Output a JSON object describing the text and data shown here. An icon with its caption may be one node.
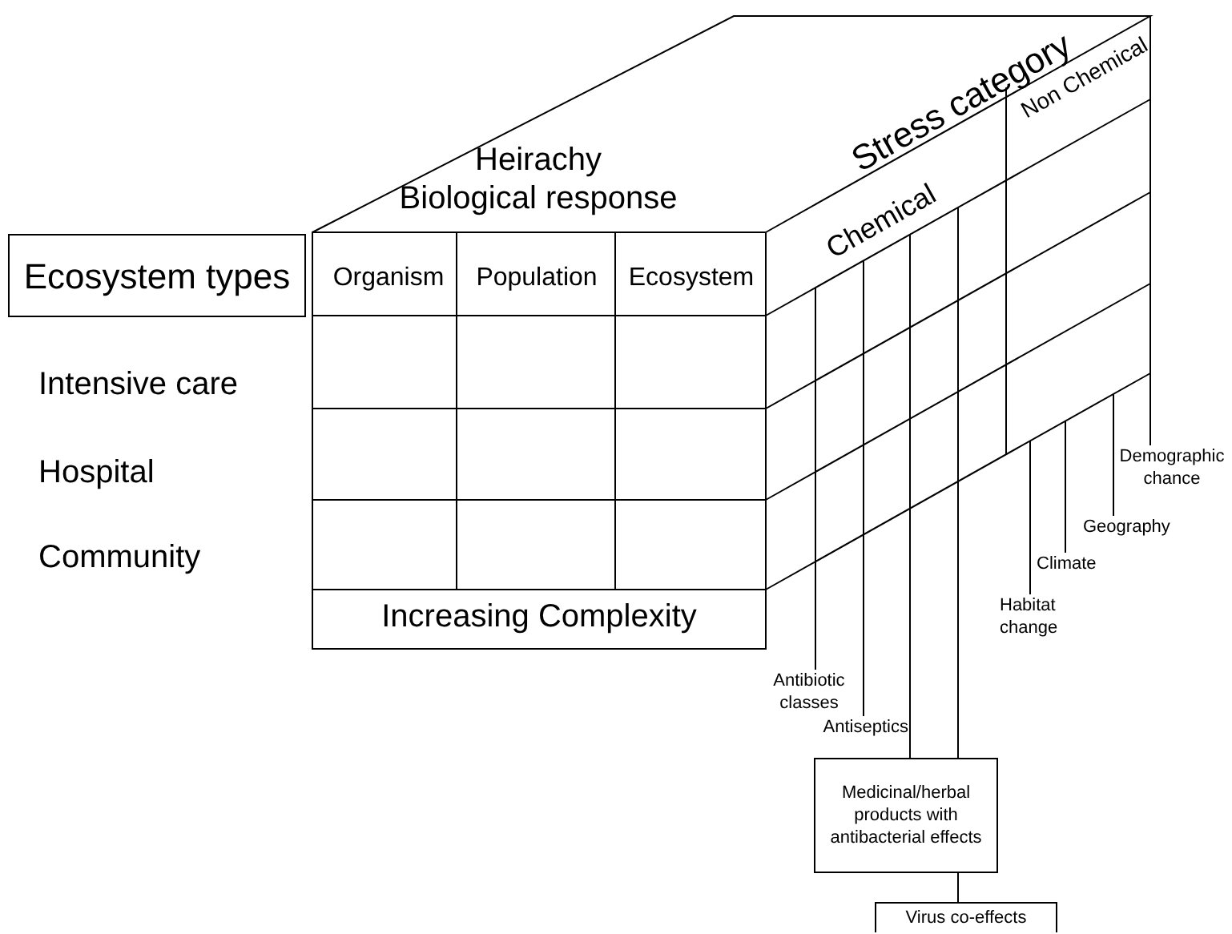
{
  "diagram": {
    "nodes": [
      {
        "text": [
          "Ecosystem types"
        ]
      },
      {
        "text": [
          "Antibiotic classes"
        ]
      },
      {
        "text": [
          "Antiseptics"
        ]
      },
      {
        "text": [
          "Medicinal/herbal products with antibacterial effects"
        ]
      },
      {
        "text": [
          "Virus co-effects"
        ]
      },
      {
        "text": [
          "Habitat change"
        ]
      },
      {
        "text": [
          "Climate"
        ]
      },
      {
        "text": [
          "Geography"
        ]
      },
      {
        "text": [
          "Demographic chance"
        ]
      }
    ],
    "edges": [
      {
        "from": 1,
        "to": null,
        "arrow": "none"
      },
      {
        "from": 2,
        "to": null,
        "arrow": "none"
      },
      {
        "from": null,
        "to": 3,
        "arrow": "none"
      },
      {
        "from": null,
        "to": 3,
        "arrow": "none"
      },
      {
        "from": 3,
        "to": 4,
        "arrow": "none"
      },
      {
        "from": 5,
        "to": null,
        "arrow": "none"
      },
      {
        "from": 6,
        "to": null,
        "arrow": "none"
      },
      {
        "from": 7,
        "to": null,
        "arrow": "none"
      },
      {
        "from": 8,
        "to": null,
        "arrow": "none"
      }
    ],
    "labels": [
      "Heirachy",
      "Biological response",
      "Stress category",
      "Non Chemical",
      "Chemical",
      "Organism",
      "Population",
      "Ecosystem",
      "Intensive care",
      "Hospital",
      "Community",
      "Increasing Complexity"
    ]
  }
}
